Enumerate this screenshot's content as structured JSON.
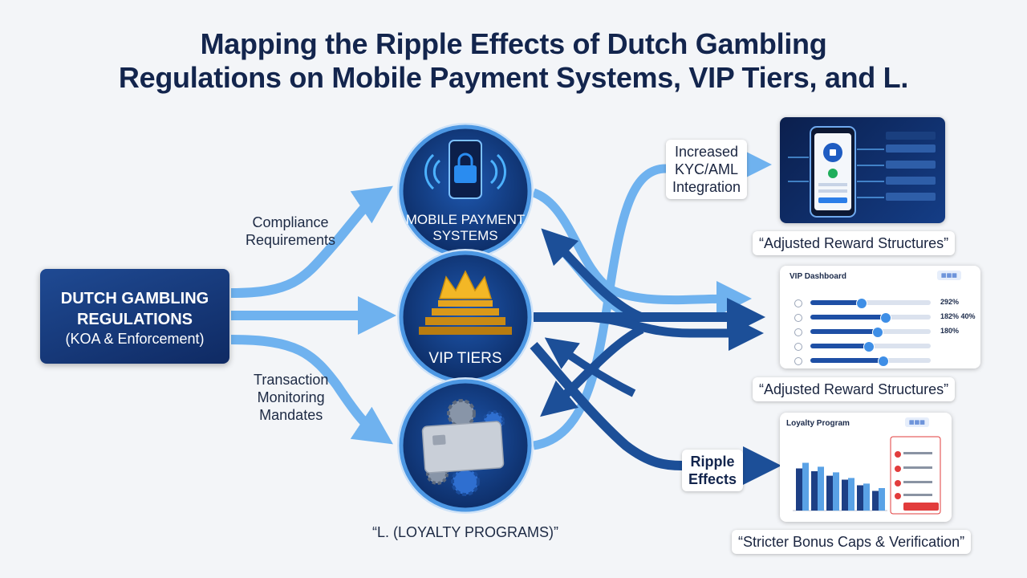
{
  "title": {
    "line1": "Mapping the Ripple Effects of Dutch Gambling",
    "line2": "Regulations on Mobile Payment Systems, VIP Tiers, and L."
  },
  "source": {
    "line1": "DUTCH GAMBLING",
    "line2": "REGULATIONS",
    "line3": "(KOA & Enforcement)"
  },
  "edge_labels": {
    "compliance": [
      "Compliance",
      "Requirements"
    ],
    "transaction": [
      "Transaction",
      "Monitoring",
      "Mandates"
    ],
    "kyc": [
      "Increased",
      "KYC/AML",
      "Integration"
    ],
    "ripple": [
      "Ripple",
      "Effects"
    ]
  },
  "nodes": {
    "mobile": [
      "MOBILE PAYMENT",
      "SYSTEMS"
    ],
    "vip": "VIP TIERS",
    "loyalty": "“L. (LOYALTY PROGRAMS)”"
  },
  "outcomes": {
    "top": "“Adjusted Reward Structures”",
    "middle": "“Adjusted Reward Structures”",
    "bottom": "“Stricter Bonus Caps & Verification”"
  },
  "vip_card": {
    "title": "VIP Dashboard",
    "values": [
      "292%",
      "182% 40%",
      "180%"
    ],
    "rows": [
      0.42,
      0.62,
      0.55,
      0.48,
      0.6
    ]
  },
  "loyalty_card": {
    "title": "Loyalty Program",
    "bars_dark": [
      0.75,
      0.7,
      0.62,
      0.55,
      0.45,
      0.35
    ],
    "bars_light": [
      0.85,
      0.78,
      0.68,
      0.58,
      0.48,
      0.4
    ]
  },
  "colors": {
    "navy": "#13254d",
    "arrow_light": "#6fb2ef",
    "arrow_dark": "#1c4f98",
    "node_fill": "#123a7d",
    "node_ring": "#4c97e3"
  }
}
